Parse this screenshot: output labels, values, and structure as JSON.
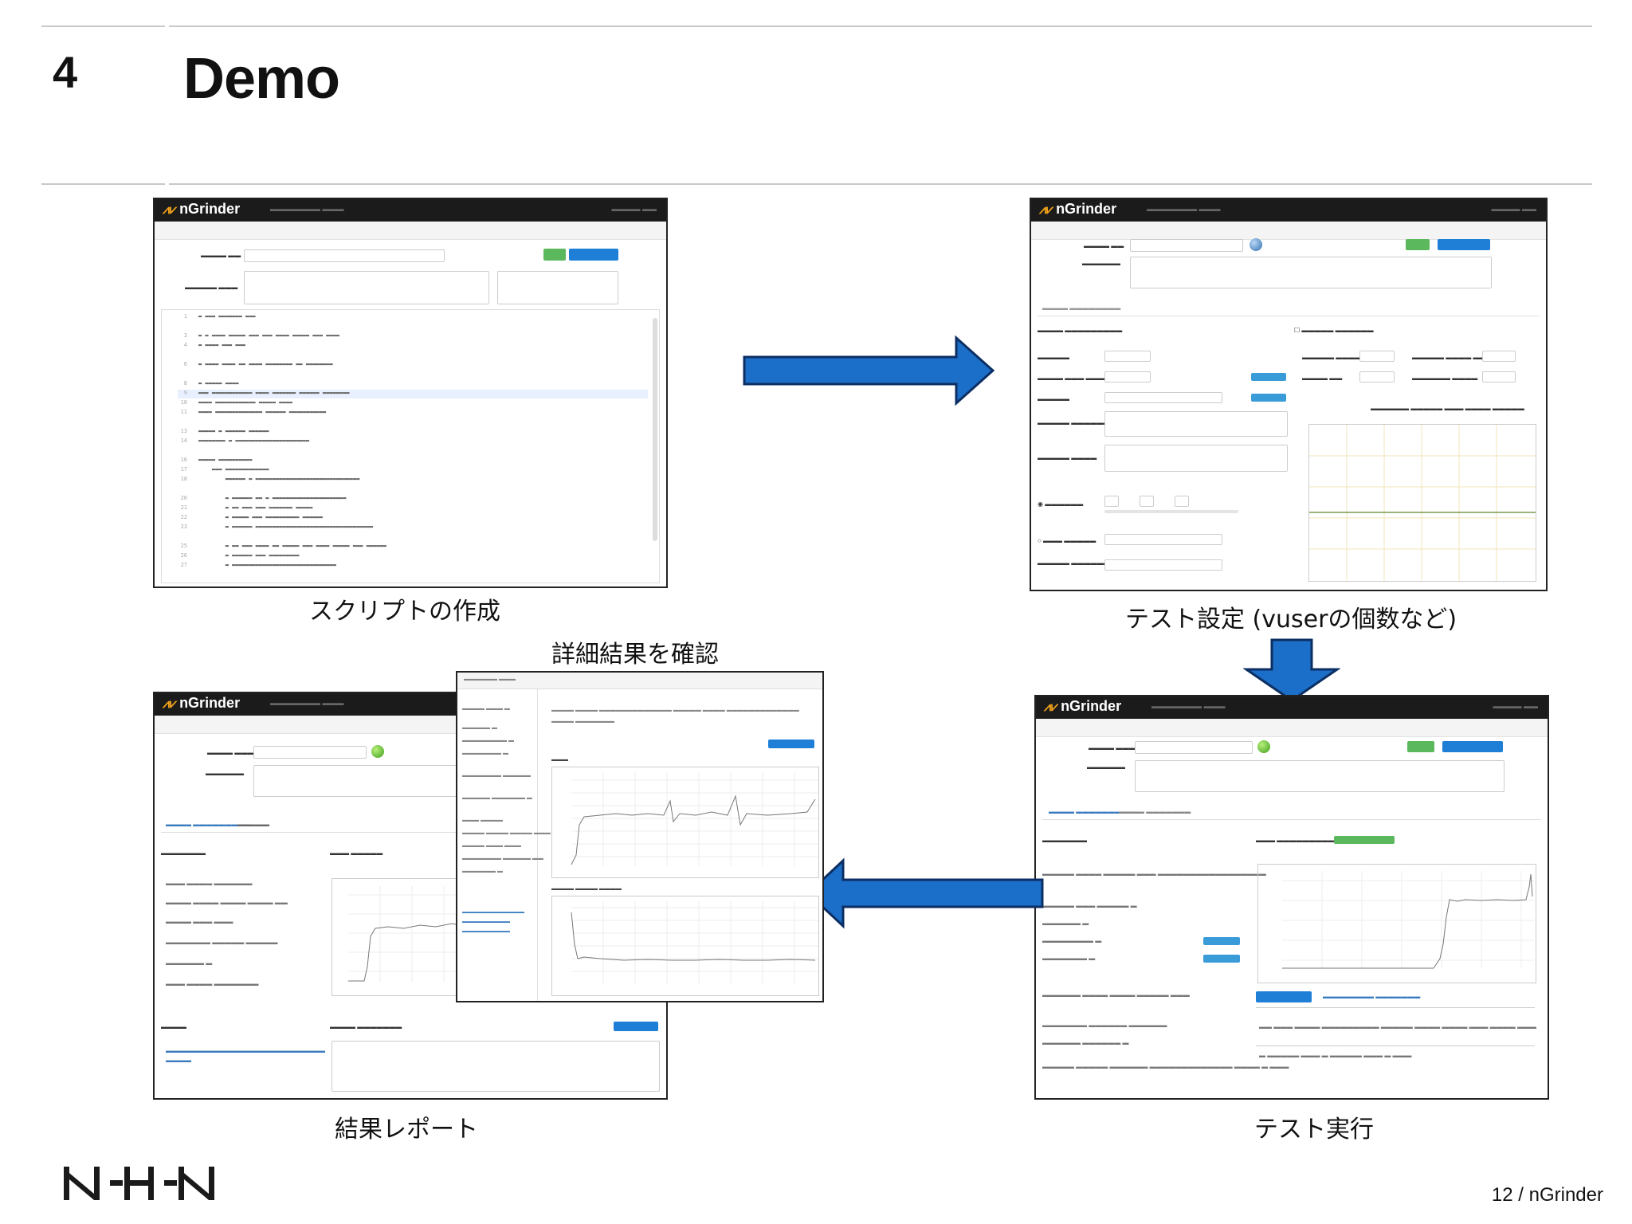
{
  "slide": {
    "section_number": "4",
    "title": "Demo",
    "page_label": "12 / nGrinder",
    "company_logo_text": "NHN"
  },
  "app": {
    "name": "nGrinder"
  },
  "captions": {
    "create_script": "スクリプトの作成",
    "test_settings": "テスト設定 (vuserの個数など)",
    "check_details": "詳細結果を確認",
    "result_report": "結果レポート",
    "run_test": "テスト実行"
  },
  "colors": {
    "arrow": "#1c6fc9",
    "arrow_edge": "#0c2f63",
    "accent_green": "#5cb85c",
    "accent_blue": "#1f7fd6"
  },
  "icons": {
    "arrow_right": "arrow-right-icon",
    "arrow_down": "arrow-down-icon",
    "arrow_left": "arrow-left-icon"
  }
}
